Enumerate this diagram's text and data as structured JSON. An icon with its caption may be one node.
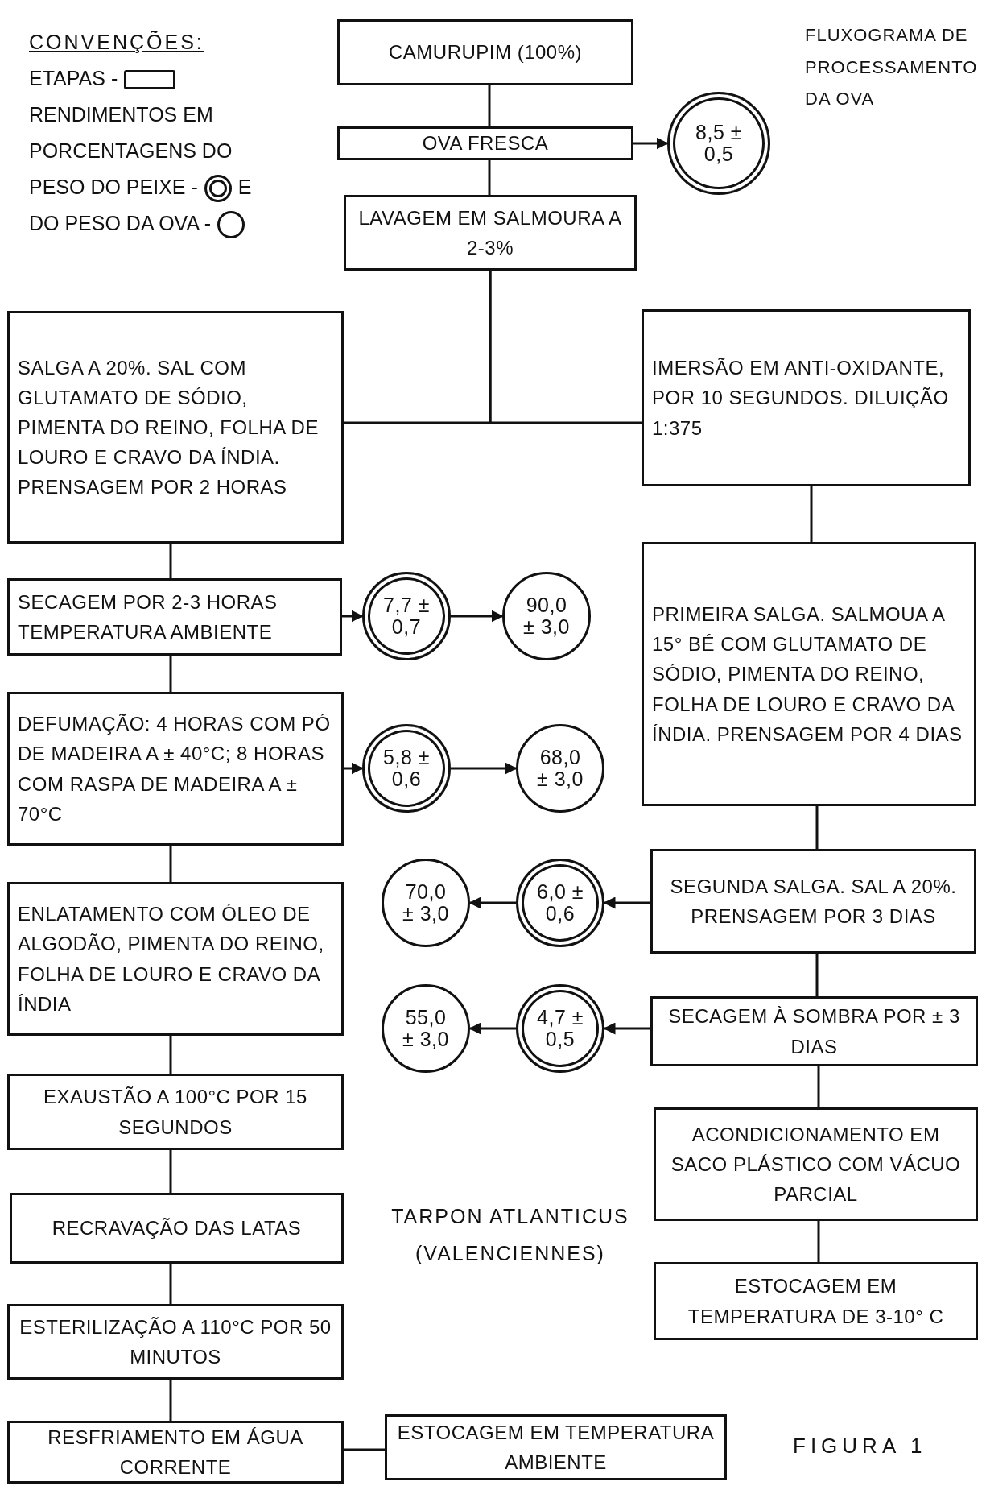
{
  "diagram": {
    "title": "FLUXOGRAMA DE PROCESSAMENTO DA OVA",
    "caption": "FIGURA 1",
    "nodes": [
      {
        "text": [
          "CAMURUPIM (100%)"
        ]
      },
      {
        "text": [
          "OVA FRESCA"
        ]
      },
      {
        "text": [
          "8,5 ± 0,5"
        ]
      },
      {
        "text": [
          "LAVAGEM EM SALMOURA A 2-3%"
        ]
      },
      {
        "text": [
          "SALGA A 20%. SAL COM GLUTAMATO DE SÓDIO, PIMENTA DO REINO, FOLHA DE LOURO E CRAVO DA ÍNDIA. PRENSAGEM POR 2 HORAS"
        ]
      },
      {
        "text": [
          "IMERSÃO EM ANTI-OXIDANTE, POR 10 SEGUNDOS. DILUIÇÃO 1:375"
        ]
      },
      {
        "text": [
          "SECAGEM POR 2-3 HORAS TEMPERATURA AMBIENTE"
        ]
      },
      {
        "text": [
          "7,7 ± 0,7"
        ]
      },
      {
        "text": [
          "90,0 ± 3,0"
        ]
      },
      {
        "text": [
          "PRIMEIRA SALGA. SALMOUA A 15° BÉ COM GLUTAMATO DE SÓDIO, PIMENTA DO REINO, FOLHA DE LOURO E CRAVO DA ÍNDIA. PRENSAGEM POR 4 DIAS"
        ]
      },
      {
        "text": [
          "DEFUMAÇÃO: 4 HORAS COM PÓ DE MADEIRA A ± 40°C; 8 HORAS COM RASPA DE MADEIRA A ± 70°C"
        ]
      },
      {
        "text": [
          "5,8 ± 0,6"
        ]
      },
      {
        "text": [
          "68,0 ± 3,0"
        ]
      },
      {
        "text": [
          "ENLATAMENTO COM ÓLEO DE ALGODÃO, PIMENTA DO REINO, FOLHA DE LOURO E CRAVO DA ÍNDIA"
        ]
      },
      {
        "text": [
          "70,0 ± 3,0"
        ]
      },
      {
        "text": [
          "6,0 ± 0,6"
        ]
      },
      {
        "text": [
          "SEGUNDA SALGA. SAL A 20%. PRENSAGEM POR 3 DIAS"
        ]
      },
      {
        "text": [
          "55,0 ± 3,0"
        ]
      },
      {
        "text": [
          "4,7 ± 0,5"
        ]
      },
      {
        "text": [
          "SECAGEM À SOMBRA POR ± 3 DIAS"
        ]
      },
      {
        "text": [
          "EXAUSTÃO A 100°C POR 15 SEGUNDOS"
        ]
      },
      {
        "text": [
          "ACONDICIONAMENTO EM SACO PLÁSTICO COM VÁCUO PARCIAL"
        ]
      },
      {
        "text": [
          "RECRAVAÇÃO DAS LATAS"
        ]
      },
      {
        "text": [
          "ESTOCAGEM EM TEMPERATURA DE 3-10° C"
        ]
      },
      {
        "text": [
          "ESTERILIZAÇÃO A 110°C POR 50 MINUTOS"
        ]
      },
      {
        "text": [
          "RESFRIAMENTO EM ÁGUA CORRENTE"
        ]
      },
      {
        "text": [
          "ESTOCAGEM EM TEMPERATURA AMBIENTE"
        ]
      }
    ],
    "edges": [
      {
        "from": 0,
        "to": 1,
        "arrow": "none"
      },
      {
        "from": 1,
        "to": 2,
        "arrow": "to"
      },
      {
        "from": 1,
        "to": 3,
        "arrow": "none"
      },
      {
        "from": 3,
        "to": 4,
        "arrow": "none"
      },
      {
        "from": 3,
        "to": 5,
        "arrow": "none"
      },
      {
        "from": 4,
        "to": 6,
        "arrow": "none"
      },
      {
        "from": 6,
        "to": 7,
        "arrow": "to"
      },
      {
        "from": 7,
        "to": 8,
        "arrow": "to"
      },
      {
        "from": 5,
        "to": 9,
        "arrow": "none"
      },
      {
        "from": 6,
        "to": 10,
        "arrow": "none"
      },
      {
        "from": 10,
        "to": 11,
        "arrow": "to"
      },
      {
        "from": 11,
        "to": 12,
        "arrow": "to"
      },
      {
        "from": 10,
        "to": 13,
        "arrow": "none"
      },
      {
        "from": 9,
        "to": 16,
        "arrow": "none"
      },
      {
        "from": 16,
        "to": 15,
        "arrow": "to"
      },
      {
        "from": 15,
        "to": 14,
        "arrow": "to"
      },
      {
        "from": 16,
        "to": 19,
        "arrow": "none"
      },
      {
        "from": 19,
        "to": 18,
        "arrow": "to"
      },
      {
        "from": 18,
        "to": 17,
        "arrow": "to"
      },
      {
        "from": 13,
        "to": 20,
        "arrow": "none"
      },
      {
        "from": 19,
        "to": 21,
        "arrow": "none"
      },
      {
        "from": 20,
        "to": 22,
        "arrow": "none"
      },
      {
        "from": 21,
        "to": 23,
        "arrow": "none"
      },
      {
        "from": 22,
        "to": 24,
        "arrow": "none"
      },
      {
        "from": 24,
        "to": 25,
        "arrow": "none"
      },
      {
        "from": 25,
        "to": 26,
        "arrow": "none"
      }
    ],
    "labels": [
      "CONVENÇÕES:",
      "TARPON ATLANTICUS (VALENCIENNES)"
    ],
    "legend": [
      {
        "text": "ETAPAS -"
      },
      {
        "text": "RENDIMENTOS EM PORCENTAGENS DO PESO DO PEIXE -"
      },
      {
        "text": "E DO PESO DA OVA -"
      }
    ]
  }
}
